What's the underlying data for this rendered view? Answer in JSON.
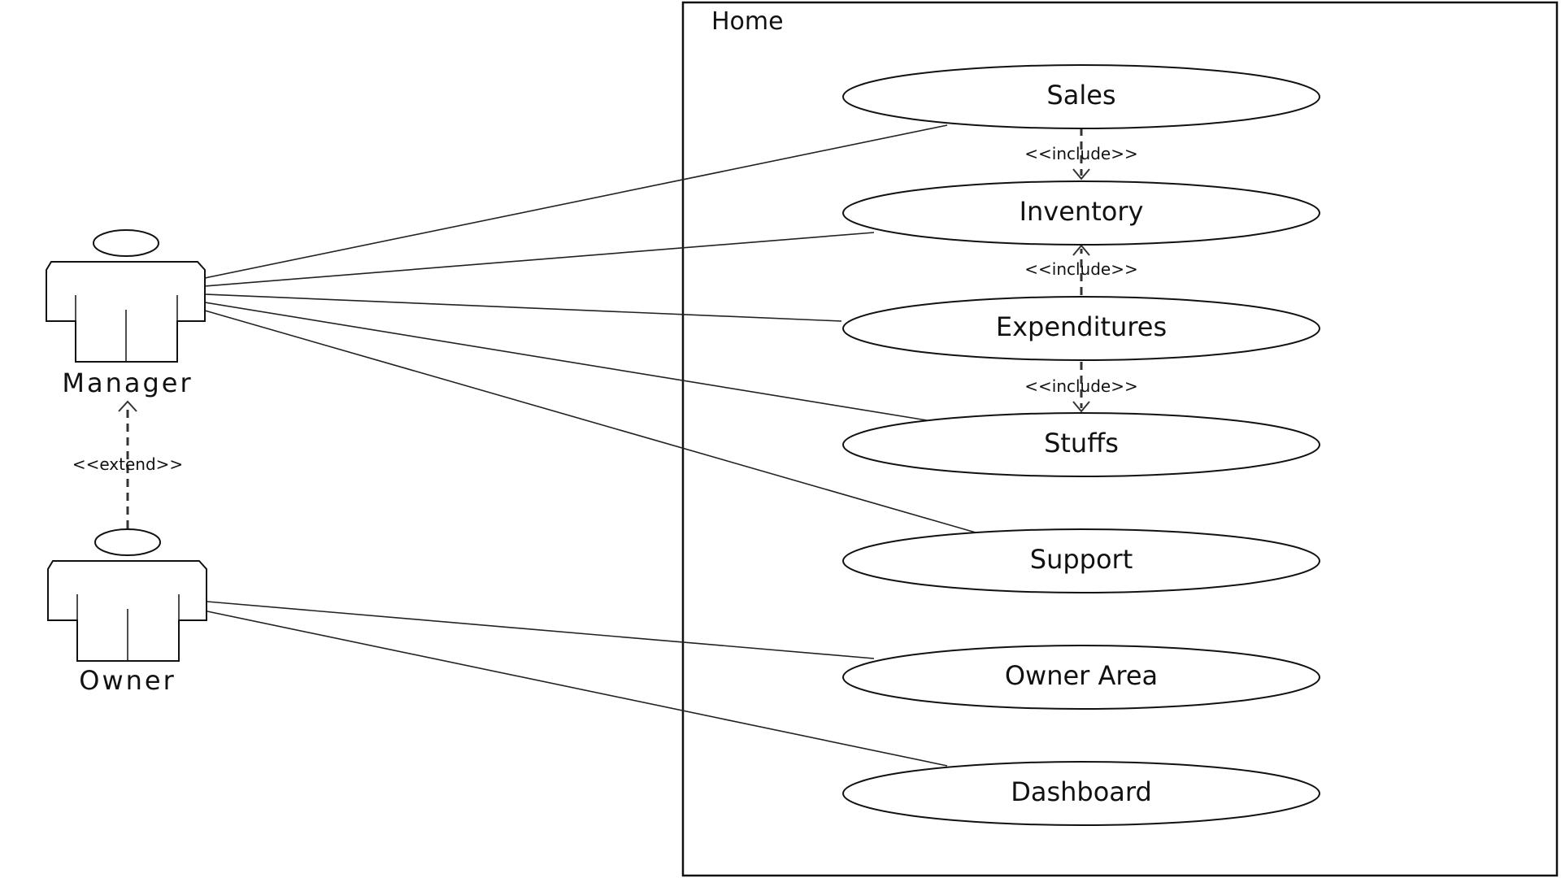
{
  "diagram": {
    "boundary": {
      "title": "Home"
    },
    "actors": [
      {
        "id": "manager",
        "label": "Manager"
      },
      {
        "id": "owner",
        "label": "Owner"
      }
    ],
    "use_cases": [
      {
        "id": "sales",
        "label": "Sales"
      },
      {
        "id": "inventory",
        "label": "Inventory"
      },
      {
        "id": "expenditures",
        "label": "Expenditures"
      },
      {
        "id": "stuffs",
        "label": "Stuffs"
      },
      {
        "id": "support",
        "label": "Support"
      },
      {
        "id": "owner-area",
        "label": "Owner Area"
      },
      {
        "id": "dashboard",
        "label": "Dashboard"
      }
    ],
    "associations": [
      {
        "actor": "manager",
        "use_case": "sales"
      },
      {
        "actor": "manager",
        "use_case": "inventory"
      },
      {
        "actor": "manager",
        "use_case": "expenditures"
      },
      {
        "actor": "manager",
        "use_case": "stuffs"
      },
      {
        "actor": "manager",
        "use_case": "support"
      },
      {
        "actor": "owner",
        "use_case": "owner-area"
      },
      {
        "actor": "owner",
        "use_case": "dashboard"
      }
    ],
    "relationships": [
      {
        "from": "sales",
        "to": "inventory",
        "label": "<<include>>"
      },
      {
        "from": "expenditures",
        "to": "inventory",
        "label": "<<include>>"
      },
      {
        "from": "expenditures",
        "to": "stuffs",
        "label": "<<include>>"
      },
      {
        "from": "owner",
        "to": "manager",
        "label": "<<extend>>"
      }
    ]
  }
}
